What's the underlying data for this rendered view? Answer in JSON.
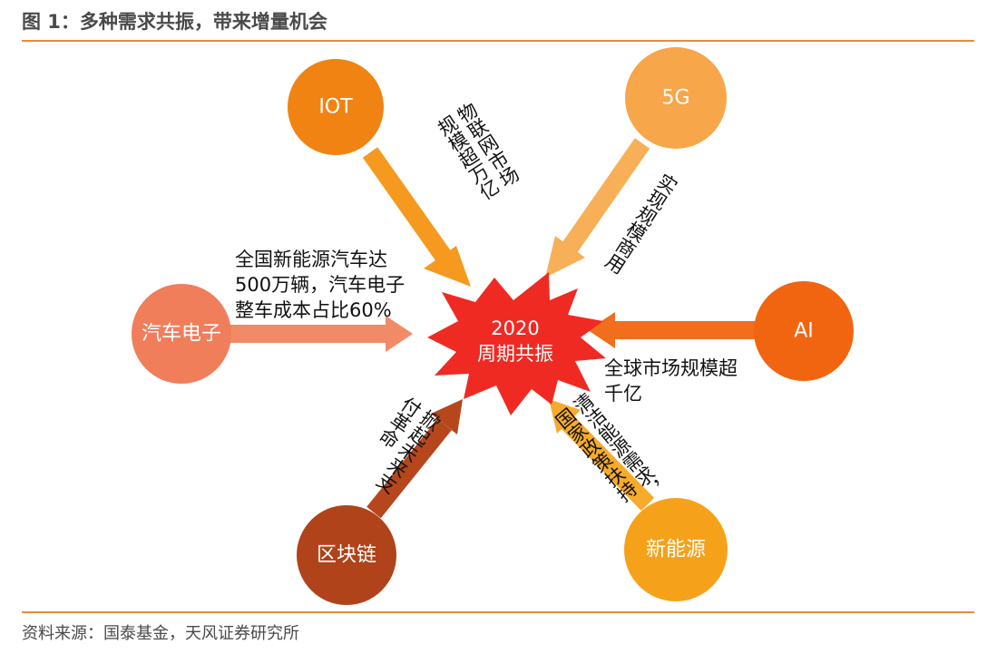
{
  "header": {
    "title": "图 1：多种需求共振，带来增量机会"
  },
  "footer": {
    "source": "资料来源：国泰基金，天风证券研究所"
  },
  "center": {
    "line1": "2020",
    "line2": "周期共振",
    "color": "#ef2a23"
  },
  "nodes": {
    "iot": {
      "label": "IOT",
      "color": "#f08312",
      "arrow_color": "#f59a1f"
    },
    "g5": {
      "label": "5G",
      "color": "#f7a64a",
      "arrow_color": "#f7b057"
    },
    "ai": {
      "label": "AI",
      "color": "#f26510",
      "arrow_color": "#f26e1c"
    },
    "ev": {
      "label": "汽车电子",
      "color": "#f07e5b",
      "arrow_color": "#f08a67"
    },
    "chain": {
      "label": "区块链",
      "color": "#b0431a",
      "arrow_color": "#b6461b"
    },
    "energy": {
      "label": "新能源",
      "color": "#f5a21a",
      "arrow_color": "#f6ab2c"
    }
  },
  "notes": {
    "iot": [
      "物联网市场",
      "规模超万亿"
    ],
    "g5": [
      "实现规模商用"
    ],
    "ai": [
      "全球市场规模超",
      "千亿"
    ],
    "ev": [
      "全国新能源汽车达",
      "500万辆，汽车电子",
      "整车成本占比60%"
    ],
    "chain": [
      "掀起未来支",
      "付革命"
    ],
    "energy": [
      "清洁能源需求，",
      "国家政策扶持"
    ]
  }
}
